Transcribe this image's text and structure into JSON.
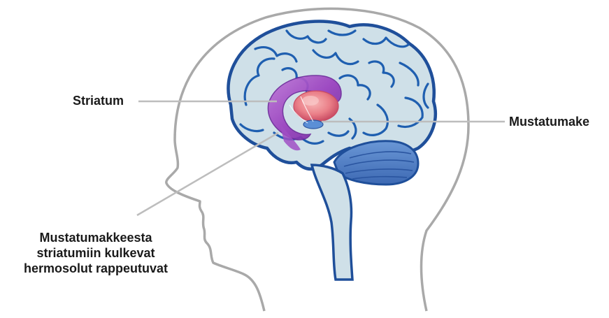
{
  "labels": {
    "striatum": "Striatum",
    "mustatumake": "Mustatumake",
    "pathway_lines": [
      "Mustatumakkeesta",
      "striatumiin kulkevat",
      "hermosolut rappeutuvat"
    ]
  },
  "colors": {
    "head_outline": "#a9a9a9",
    "brain_fill": "#cfe0e8",
    "brain_outline": "#1f4f9a",
    "sulci": "#1f5fb0",
    "cerebellum": "#4a7cc4",
    "striatum": "#a04fc4",
    "thalamus": "#e3707f",
    "pointer_line": "#bdbdbd"
  }
}
